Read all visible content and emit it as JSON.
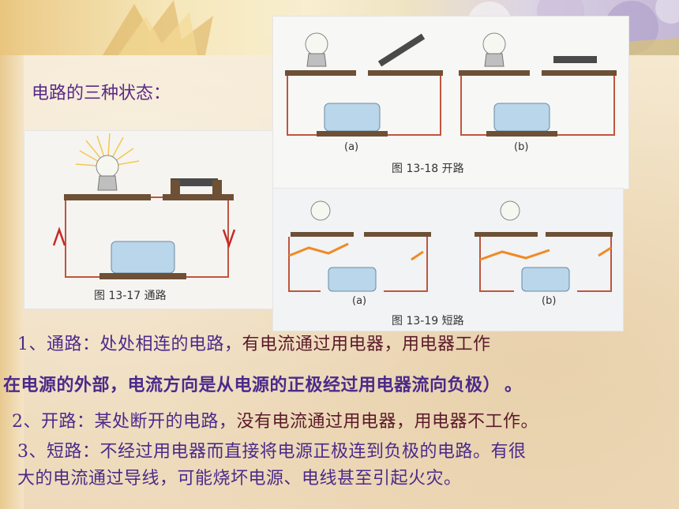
{
  "heading": "电路的三种状态：",
  "fig1": {
    "caption": "图 13-17    通路"
  },
  "fig2": {
    "caption": "图 13-18    开路",
    "sub_a": "(a)",
    "sub_b": "(b)"
  },
  "fig3": {
    "caption": "图 13-19    短路",
    "sub_a": "(a)",
    "sub_b": "(b)"
  },
  "text": {
    "l1_a": "1、通路：处处相连的电路，",
    "l1_b": "有电流通过用电器，用电器工作",
    "l2": "在电源的外部，电流方向是从电源的正极经过用电器流向负极）",
    "l2_end": "。",
    "l3_a": "2、开路：某处断开的电路，",
    "l3_b": "没有电流通过用电器，用电器不工作。",
    "l4": "3、短路：不经过用电器而直接将电源正极连到负极的电路。有很",
    "l5": "大的电流通过导线，可能烧坏电源、电线甚至引起火灾。"
  }
}
